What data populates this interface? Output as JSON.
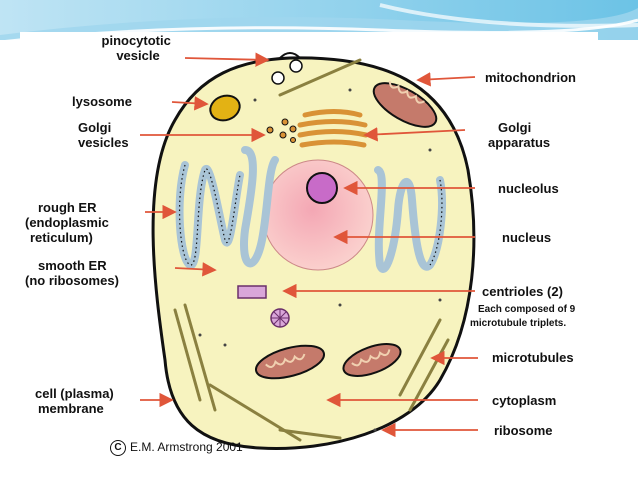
{
  "labels": {
    "pinocytotic": [
      "pinocytotic",
      "vesicle"
    ],
    "lysosome": [
      "lysosome"
    ],
    "golgi_vesicles": [
      "Golgi",
      "vesicles"
    ],
    "rough_er": [
      "rough ER",
      "(endoplasmic",
      "reticulum)"
    ],
    "smooth_er": [
      "smooth ER",
      "(no ribosomes)"
    ],
    "cell_membrane": [
      "cell (plasma)",
      "membrane"
    ],
    "mitochondrion": [
      "mitochondrion"
    ],
    "golgi_apparatus": [
      "Golgi",
      "apparatus"
    ],
    "nucleolus": [
      "nucleolus"
    ],
    "nucleus": [
      "nucleus"
    ],
    "centrioles": [
      "centrioles (2)"
    ],
    "centriole_note": [
      "Each composed of 9",
      "microtubule triplets."
    ],
    "microtubules": [
      "microtubules"
    ],
    "cytoplasm": [
      "cytoplasm"
    ],
    "ribosome": [
      "ribosome"
    ]
  },
  "credit": {
    "symbol": "C",
    "text": "E.M. Armstrong 2001"
  },
  "colors": {
    "cytoplasm": "#f7f3bf",
    "nucleus": "#f8c3c4",
    "nucleolus": "#c86bc8",
    "er": "#a9c4d6",
    "mitochondrion": "#c57a6b",
    "golgi": "#d99236",
    "lysosome": "#e3b214",
    "arrow": "#e0563a"
  }
}
